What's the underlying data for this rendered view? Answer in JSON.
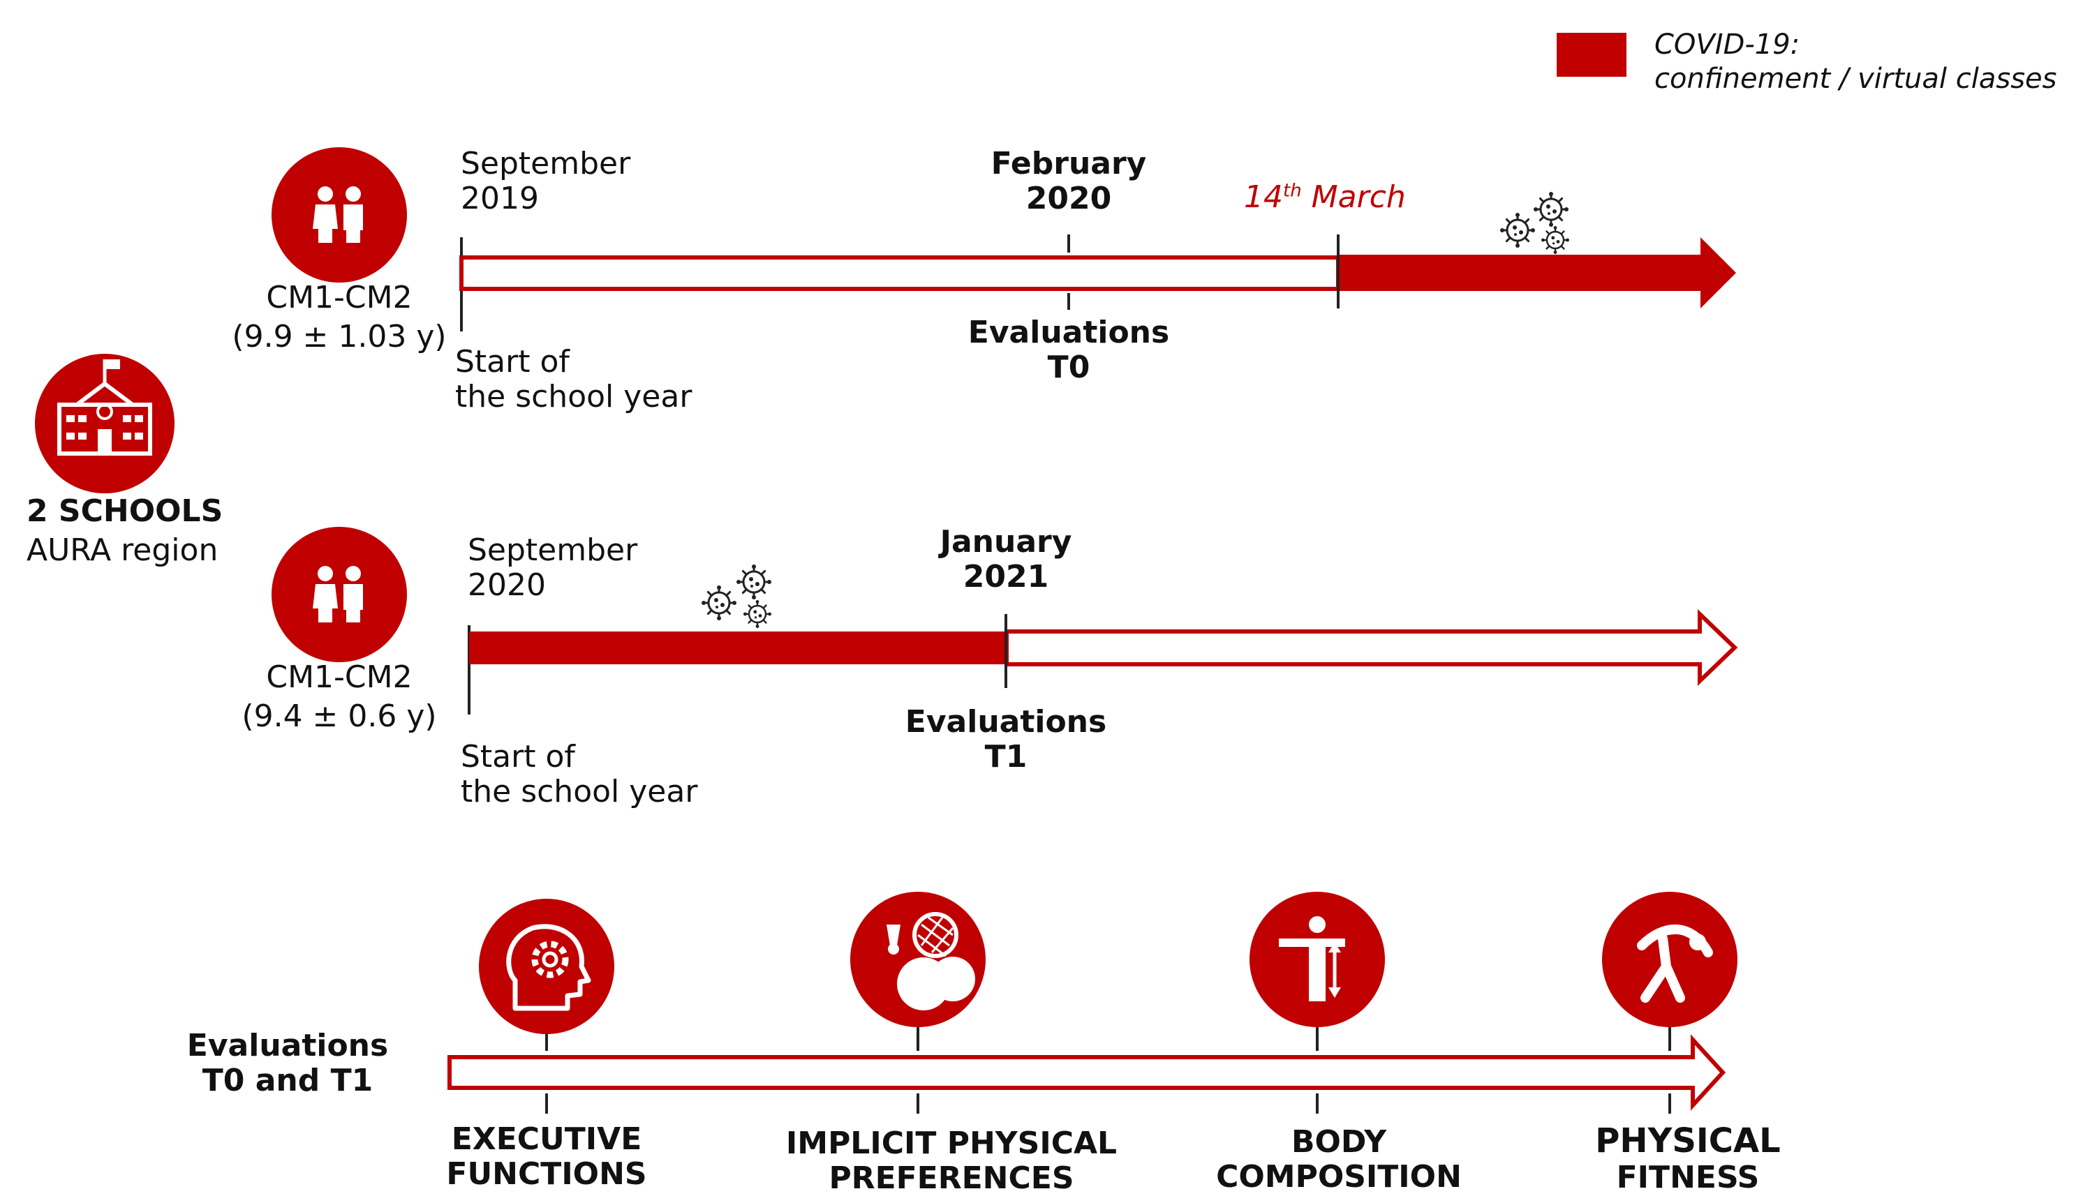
{
  "colors": {
    "accent": "#c00000",
    "text": "#111111",
    "background": "#ffffff"
  },
  "legend": {
    "line1": "COVID-19:",
    "line2": "confinement / virtual classes"
  },
  "left": {
    "schools_label": "2 SCHOOLS",
    "region_label": "AURA region",
    "school_icon": "school-building-icon"
  },
  "cohort1": {
    "icon": "children-icon",
    "class_label": "CM1-CM2",
    "age_label": "(9.9 ± 1.03 y)",
    "start_month": "September",
    "start_year": "2019",
    "start_caption_1": "Start of",
    "start_caption_2": "the school year",
    "eval_month": "February",
    "eval_year": "2020",
    "eval_label_1": "Evaluations",
    "eval_label_2": "T0",
    "covid_date_day": "14",
    "covid_date_sup": "th",
    "covid_date_month": " March"
  },
  "cohort2": {
    "icon": "children-icon",
    "class_label": "CM1-CM2",
    "age_label": "(9.4 ± 0.6 y)",
    "start_month": "September",
    "start_year": "2020",
    "start_caption_1": "Start of",
    "start_caption_2": "the school year",
    "eval_month": "January",
    "eval_year": "2021",
    "eval_label_1": "Evaluations",
    "eval_label_2": "T1"
  },
  "evaluations": {
    "label_1": "Evaluations",
    "label_2": "T0 and T1",
    "items": [
      {
        "icon": "head-gear-icon",
        "line1": "EXECUTIVE",
        "line2": "FUNCTIONS"
      },
      {
        "icon": "sports-balls-icon",
        "line1": "IMPLICIT PHYSICAL",
        "line2": "PREFERENCES"
      },
      {
        "icon": "body-composition-icon",
        "line1": "BODY",
        "line2": "COMPOSITION"
      },
      {
        "icon": "stretching-person-icon",
        "line1": "PHYSICAL",
        "line2": "FITNESS"
      }
    ]
  }
}
